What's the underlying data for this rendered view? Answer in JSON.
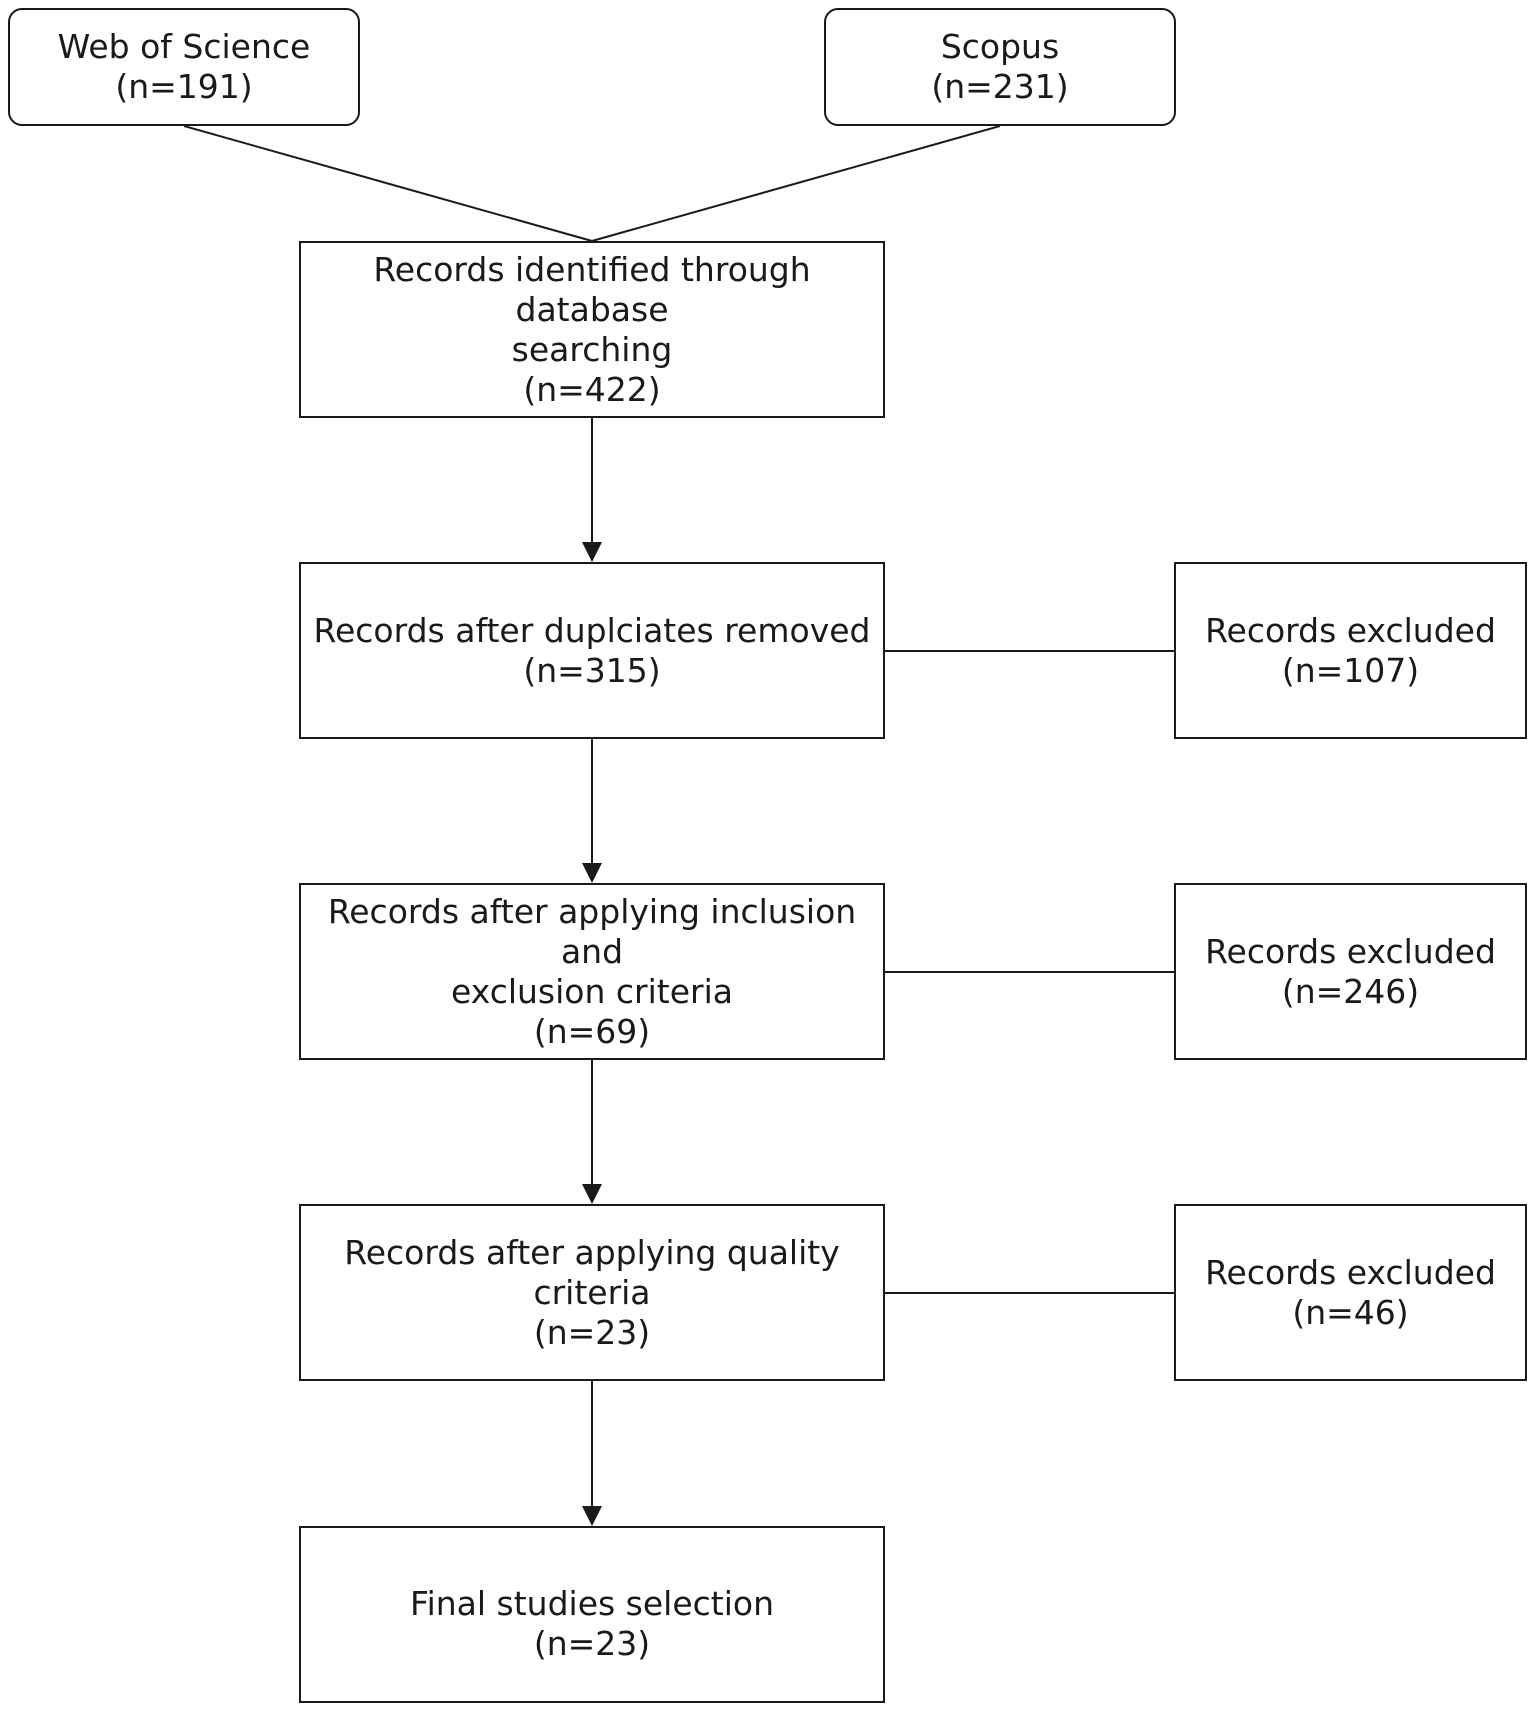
{
  "sources": {
    "wos": {
      "label": "Web of Science",
      "count": "(n=191)"
    },
    "scopus": {
      "label": "Scopus",
      "count": "(n=231)"
    }
  },
  "identified": {
    "label_line1": "Records identified through database",
    "label_line2": "searching",
    "count": "(n=422)"
  },
  "duplicates": {
    "label": "Records after duplciates removed",
    "count": "(n=315)"
  },
  "inclusion": {
    "label_line1": "Records after applying inclusion and",
    "label_line2": "exclusion criteria",
    "count": "(n=69)"
  },
  "quality": {
    "label": "Records after applying quality criteria",
    "count": "(n=23)"
  },
  "final": {
    "label": "Final studies selection",
    "count": "(n=23)"
  },
  "excluded": [
    {
      "label": "Records excluded",
      "count": "(n=107)"
    },
    {
      "label": "Records excluded",
      "count": "(n=246)"
    },
    {
      "label": "Records excluded",
      "count": "(n=46)"
    }
  ]
}
